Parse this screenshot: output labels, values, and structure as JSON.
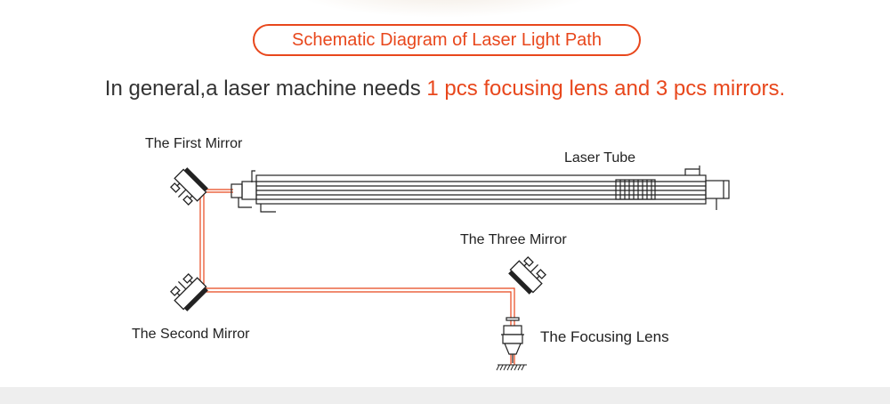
{
  "header": {
    "title": "Schematic Diagram of Laser Light Path",
    "subtitle_prefix": "In general,a laser machine needs ",
    "subtitle_highlight": "1 pcs focusing lens and 3 pcs mirrors."
  },
  "labels": {
    "first_mirror": "The First Mirror",
    "laser_tube": "Laser Tube",
    "three_mirror": "The Three Mirror",
    "second_mirror": "The Second Mirror",
    "focusing_lens": "The Focusing Lens"
  },
  "colors": {
    "accent": "#e8471c",
    "beam": "#e8471c",
    "line": "#222222",
    "text": "#333333"
  }
}
